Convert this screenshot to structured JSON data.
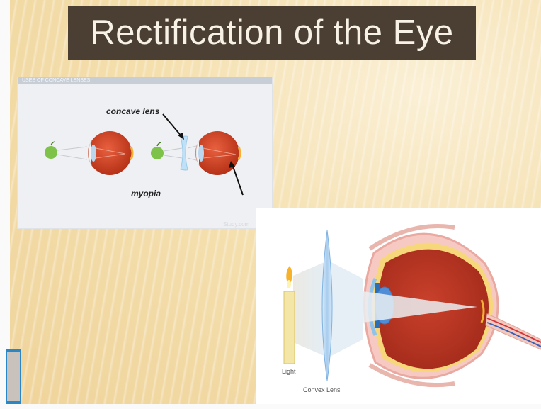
{
  "slide": {
    "title": "Rectification of the Eye"
  },
  "image_top_left": {
    "header": "USES OF CONCAVE LENSES",
    "label_lens": "concave lens",
    "label_condition": "myopia",
    "watermark": "Study.com"
  },
  "image_bottom_right": {
    "label_light": "Light",
    "label_lens": "Convex Lens"
  },
  "colors": {
    "title_bg": "#4b3f33",
    "title_text": "#f7f1e6",
    "eye_red": "#d2472a",
    "lens_blue": "#9fc7ec"
  }
}
